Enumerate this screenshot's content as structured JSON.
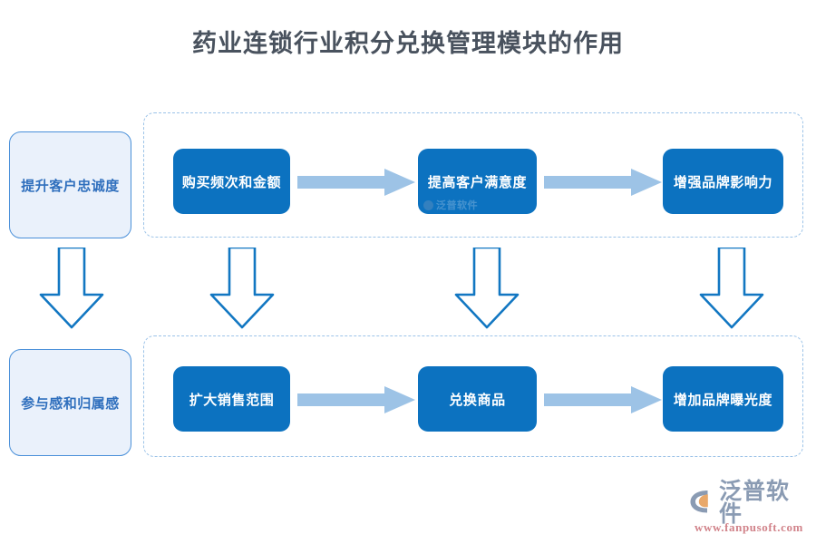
{
  "page": {
    "title": "药业连锁行业积分兑换管理模块的作用",
    "background_color": "#ffffff",
    "accent_blue": "#0c72c0",
    "light_blue": "#9dc3e6",
    "pale_fill": "#eaf1fb",
    "dashed_border": "#9cc3e8",
    "title_color": "#49525e"
  },
  "side_labels": [
    {
      "label": "提升客户忠诚度"
    },
    {
      "label": "参与感和归属感"
    }
  ],
  "groups": [
    {
      "name": "top-flow",
      "steps": [
        {
          "label": "购买频次和金额"
        },
        {
          "label": "提高客户满意度"
        },
        {
          "label": "增强品牌影响力"
        }
      ],
      "connectors": [
        {
          "icon": "arrow-right-icon"
        },
        {
          "icon": "arrow-right-icon"
        }
      ]
    },
    {
      "name": "bottom-flow",
      "steps": [
        {
          "label": "扩大销售范围"
        },
        {
          "label": "兑换商品"
        },
        {
          "label": "增加品牌曝光度"
        }
      ],
      "connectors": [
        {
          "icon": "arrow-right-icon"
        },
        {
          "icon": "arrow-right-icon"
        }
      ]
    }
  ],
  "down_connectors": [
    {
      "icon": "arrow-down-icon"
    },
    {
      "icon": "arrow-down-icon"
    },
    {
      "icon": "arrow-down-icon"
    },
    {
      "icon": "arrow-down-icon"
    }
  ],
  "watermark": {
    "text": "泛普软件",
    "icon": "fanpu-logo-mark"
  },
  "brand": {
    "name": "泛普软件",
    "url": "www.fanpusoft.com",
    "mark_icon": "fanpu-logo-mark",
    "name_color": "#8a9bb3",
    "url_color": "#d1838a"
  }
}
